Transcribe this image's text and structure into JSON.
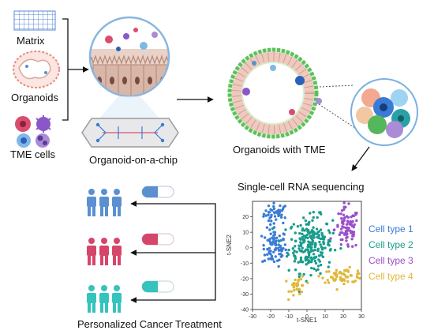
{
  "labels": {
    "matrix": "Matrix",
    "organoids": "Organoids",
    "tme_cells": "TME cells",
    "organoid_on_chip": "Organoid-on-a-chip",
    "organoids_with_tme": "Organoids with TME",
    "scrna_seq": "Single-cell RNA sequencing",
    "personalized_treatment": "Personalized Cancer Treatment"
  },
  "colors": {
    "blue_people": "#5b8fd0",
    "red_people": "#d6456a",
    "teal_people": "#34c3bd",
    "arrow": "#111111"
  },
  "chart_data": {
    "type": "scatter",
    "xlabel": "t-SNE1",
    "ylabel": "t-SNE2",
    "xlim": [
      -30,
      30
    ],
    "ylim": [
      -40,
      30
    ],
    "x_ticks": [
      -30,
      -20,
      -10,
      0,
      10,
      20,
      30
    ],
    "y_ticks": [
      -40,
      -30,
      -20,
      -10,
      0,
      10,
      20
    ],
    "grid": false,
    "legend": "right",
    "series": [
      {
        "name": "Cell type 1",
        "color": "#3a7bd5",
        "clusters": [
          {
            "cx": -17,
            "cy": 22,
            "sx": 4.5,
            "sy": 4.5,
            "n": 42
          },
          {
            "cx": -18,
            "cy": 0,
            "sx": 4.5,
            "sy": 8,
            "n": 80
          }
        ]
      },
      {
        "name": "Cell type 2",
        "color": "#1a9c8c",
        "clusters": [
          {
            "cx": 2,
            "cy": 2,
            "sx": 8,
            "sy": 12,
            "n": 230
          }
        ]
      },
      {
        "name": "Cell type 3",
        "color": "#9b4fc9",
        "clusters": [
          {
            "cx": 22,
            "cy": 12,
            "sx": 4.5,
            "sy": 9,
            "n": 85
          }
        ]
      },
      {
        "name": "Cell type 4",
        "color": "#e0b83a",
        "clusters": [
          {
            "cx": -5,
            "cy": -25,
            "sx": 3,
            "sy": 4.5,
            "n": 32
          },
          {
            "cx": 20,
            "cy": -18,
            "sx": 8,
            "sy": 3,
            "n": 58
          }
        ]
      }
    ]
  }
}
